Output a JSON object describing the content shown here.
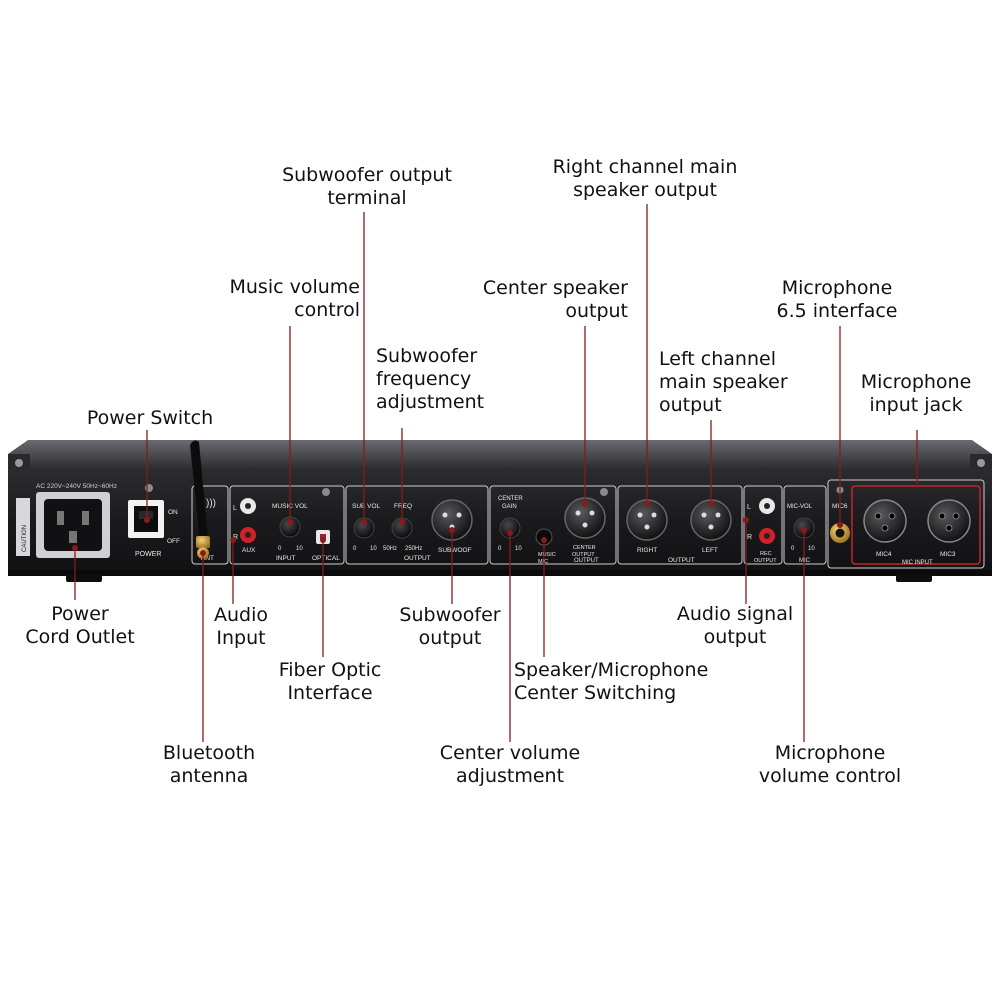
{
  "callouts": {
    "subwoofer_output_terminal": "Subwoofer output\nterminal",
    "right_channel_main_speaker_output": "Right channel main\nspeaker output",
    "music_volume_control": "Music volume\ncontrol",
    "center_speaker_output": "Center speaker\noutput",
    "microphone_6_5_interface": "Microphone\n6.5 interface",
    "subwoofer_frequency_adjustment": "Subwoofer\nfrequency\nadjustment",
    "left_channel_main_speaker_output": "Left channel\nmain speaker\noutput",
    "microphone_input_jack": "Microphone\ninput jack",
    "power_switch": "Power Switch",
    "power_cord_outlet": "Power\nCord Outlet",
    "audio_input": "Audio\nInput",
    "subwoofer_output": "Subwoofer\noutput",
    "audio_signal_output": "Audio signal\noutput",
    "fiber_optic_interface": "Fiber Optic\nInterface",
    "speaker_microphone_center_switching": "Speaker/Microphone\nCenter Switching",
    "bluetooth_antenna": "Bluetooth\nantenna",
    "center_volume_adjustment": "Center volume\nadjustment",
    "microphone_volume_control": "Microphone\nvolume control"
  },
  "panel": {
    "ac_rating": "AC 220V~240V 50Hz~60Hz",
    "caution": "CAUTION",
    "power": "POWER",
    "on": "ON",
    "off": "OFF",
    "ant": "ANT",
    "l": "L",
    "r": "R",
    "music_vol": "MUSIC VOL",
    "aux": "AUX",
    "input": "INPUT",
    "optical": "OPTICAL",
    "sub_vol": "SUB VOL",
    "freq": "FREQ",
    "hz50": "50Hz",
    "hz250": "250Hz",
    "subwoof": "SUBWOOF",
    "output": "OUTPUT",
    "center_gain": "CENTER\nGAIN",
    "music": "MUSIC",
    "mic": "MIC",
    "center_output": "CENTER\nOUTPUT",
    "right": "RIGHT",
    "left": "LEFT",
    "rec_output": "REC\nOUTPUT",
    "mic_vol": "MIC-VOL",
    "mic6": "MIC6",
    "mic4": "MIC4",
    "mic3": "MIC3",
    "mic_input": "MIC INPUT",
    "zero": "0",
    "ten": "10"
  },
  "colors": {
    "leader_line": "#8b1a1a",
    "chassis": "#1a1a1c",
    "rack_ear": "#2a2a2e",
    "panel_text": "#e8e8e8",
    "highlight_box": "#c0262c",
    "rca_red": "#d0202a",
    "label_text": "#111111"
  }
}
